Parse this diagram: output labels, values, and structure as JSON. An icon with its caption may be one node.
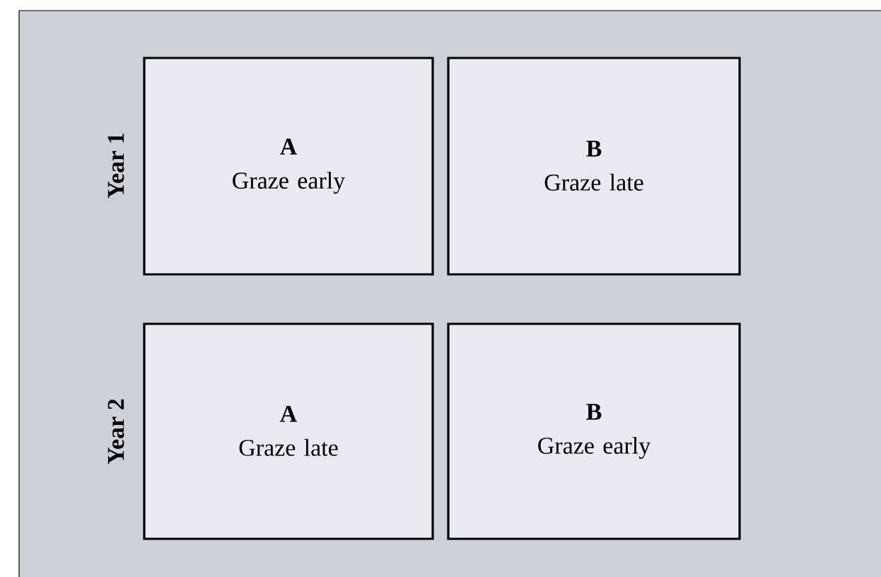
{
  "diagram": {
    "nodes": [
      {
        "text": [
          "A",
          "Graze early"
        ]
      },
      {
        "text": [
          "B",
          "Graze late"
        ]
      },
      {
        "text": [
          "A",
          "Graze late"
        ]
      },
      {
        "text": [
          "B",
          "Graze early"
        ]
      }
    ],
    "labels": [
      "Year 1",
      "Year 2"
    ]
  }
}
